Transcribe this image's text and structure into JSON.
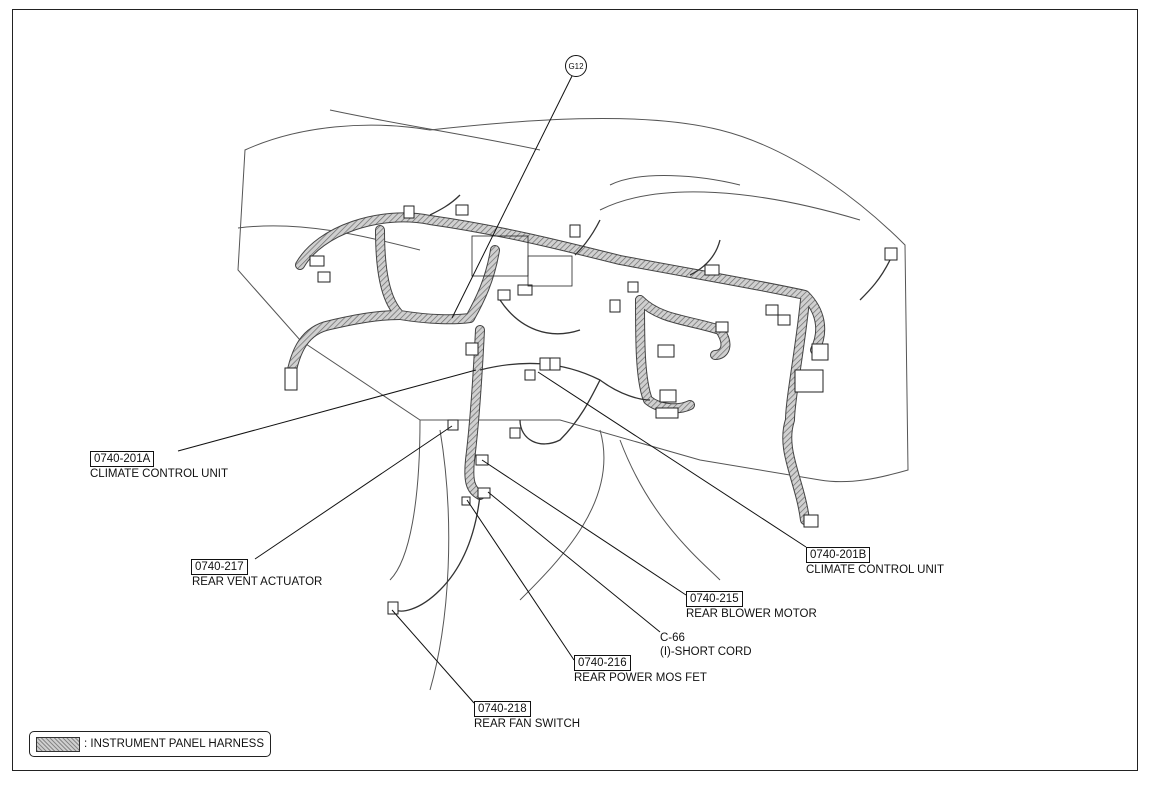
{
  "ground_point": {
    "label": "G12"
  },
  "callouts": [
    {
      "id": "c201a",
      "code": "0740-201A",
      "name": "CLIMATE CONTROL UNIT"
    },
    {
      "id": "c217",
      "code": "0740-217",
      "name": "REAR VENT ACTUATOR"
    },
    {
      "id": "c201b",
      "code": "0740-201B",
      "name": "CLIMATE CONTROL UNIT"
    },
    {
      "id": "c215",
      "code": "0740-215",
      "name": "REAR BLOWER MOTOR"
    },
    {
      "id": "c66",
      "code": "C-66",
      "name": "(I)-SHORT CORD"
    },
    {
      "id": "c216",
      "code": "0740-216",
      "name": "REAR POWER MOS FET"
    },
    {
      "id": "c218",
      "code": "0740-218",
      "name": "REAR FAN SWITCH"
    }
  ],
  "legend": {
    "text": ": INSTRUMENT PANEL HARNESS"
  },
  "colors": {
    "line": "#111111",
    "harness": "#9a9a9a",
    "panel_outline": "#555555"
  }
}
